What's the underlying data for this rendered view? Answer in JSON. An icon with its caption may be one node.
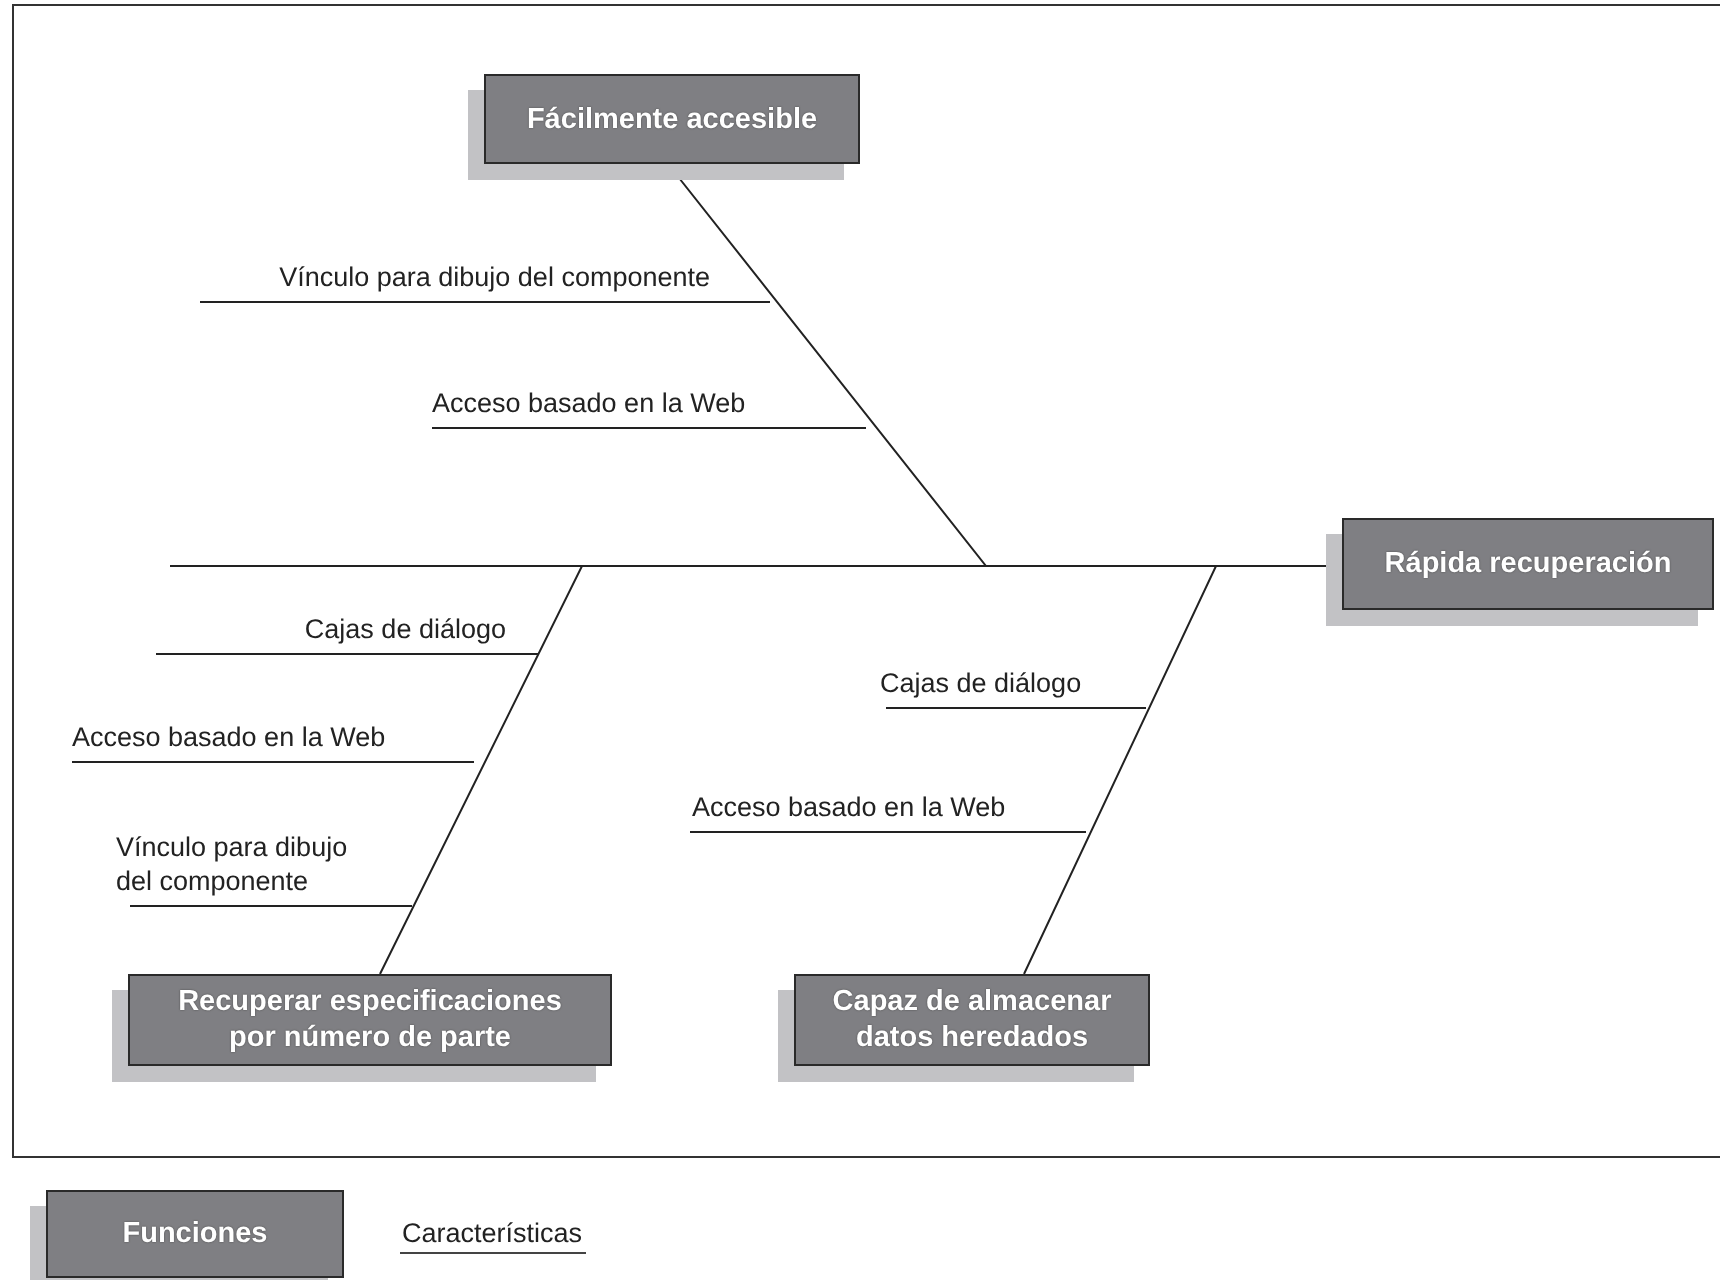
{
  "diagram": {
    "nodes": [
      {
        "text": [
          "Fácilmente accesible"
        ]
      },
      {
        "text": [
          "Rápida recuperación"
        ]
      },
      {
        "text": [
          "Recuperar especificaciones por número de parte"
        ]
      },
      {
        "text": [
          "Capaz de almacenar datos heredados"
        ]
      }
    ],
    "edges": [
      {
        "from": 0,
        "to": 1,
        "arrow": "none"
      },
      {
        "from": 2,
        "to": 1,
        "arrow": "none"
      },
      {
        "from": 3,
        "to": 1,
        "arrow": "none"
      }
    ],
    "labels": [
      "Vínculo para dibujo del componente",
      "Acceso basado en la Web",
      "Cajas de diálogo",
      "Cajas de diálogo",
      "Acceso basado en la Web",
      "Acceso basado en la Web",
      "Vínculo para dibujo del componente"
    ],
    "legend": [
      {
        "text": "Funciones"
      },
      {
        "text": "Características"
      }
    ]
  }
}
